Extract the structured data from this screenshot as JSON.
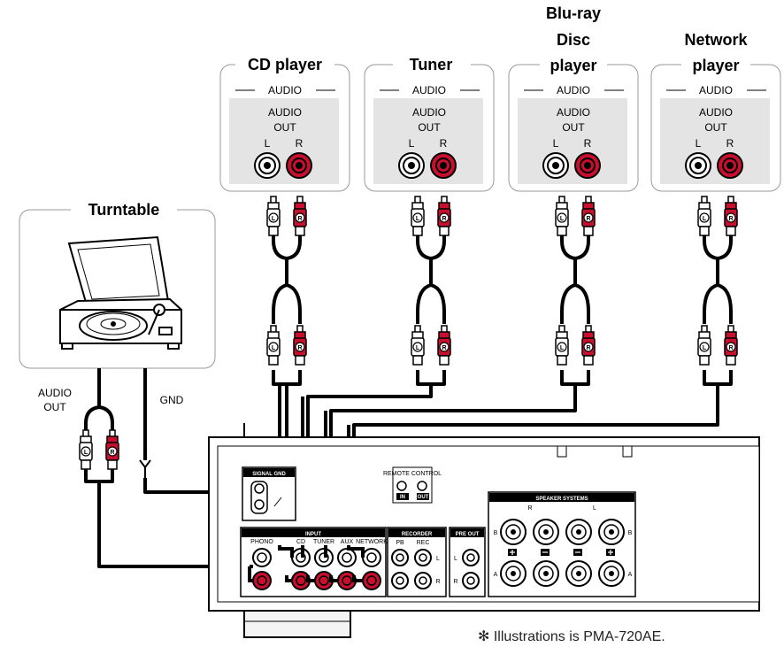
{
  "sources": [
    {
      "title_lines": [
        "CD player"
      ],
      "section": "AUDIO",
      "out_lines": [
        "AUDIO",
        "OUT"
      ],
      "l": "L",
      "r": "R"
    },
    {
      "title_lines": [
        "Tuner"
      ],
      "section": "AUDIO",
      "out_lines": [
        "AUDIO",
        "OUT"
      ],
      "l": "L",
      "r": "R"
    },
    {
      "title_lines": [
        "Blu-ray",
        "Disc",
        "player"
      ],
      "section": "AUDIO",
      "out_lines": [
        "AUDIO",
        "OUT"
      ],
      "l": "L",
      "r": "R"
    },
    {
      "title_lines": [
        "Network",
        "player"
      ],
      "section": "AUDIO",
      "out_lines": [
        "AUDIO",
        "OUT"
      ],
      "l": "L",
      "r": "R"
    }
  ],
  "turntable": {
    "title": "Turntable",
    "audio_out": [
      "AUDIO",
      "OUT"
    ],
    "gnd": "GND"
  },
  "plug": {
    "l": "L",
    "r": "R"
  },
  "amp": {
    "signal_gnd": "SIGNAL GND",
    "input": "INPUT",
    "inputs": [
      "PHONO",
      "CD",
      "TUNER",
      "AUX",
      "NETWORK"
    ],
    "recorder": "RECORDER",
    "pb": "PB",
    "rec": "REC",
    "pre_out": "PRE OUT",
    "remote_control": "REMOTE CONTROL",
    "remote_in": "IN",
    "remote_out": "OUT",
    "speaker_systems": "SPEAKER SYSTEMS",
    "spk_b": "B",
    "spk_a": "A",
    "ch_r": "R",
    "ch_l": "L"
  },
  "footnote": "✻  Illustrations is PMA-720AE.",
  "colors": {
    "red": "#c8102e",
    "panel": "#e4e4e4",
    "line": "#000000"
  }
}
